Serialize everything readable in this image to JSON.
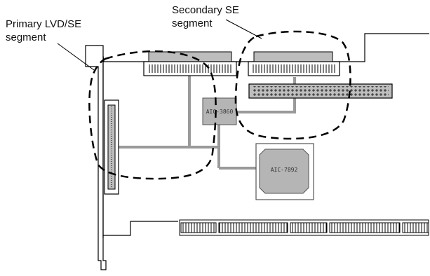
{
  "labels": {
    "primary_segment": "Primary LVD/SE\nsegment",
    "secondary_segment": "Secondary SE\nsegment"
  },
  "chips": {
    "bridge": "AIC-3860",
    "controller": "AIC-7892"
  },
  "colors": {
    "outline": "#000000",
    "trace": "#9a9a9a",
    "connector_fill": "#bdbdbd",
    "chip_fill": "#b5b5b5",
    "chip_border": "#555555"
  },
  "icons": {
    "edge_connector": "pci-edge-connector",
    "scsi_connector": "scsi-68-pin-connector",
    "ide_header": "50-pin-header"
  }
}
